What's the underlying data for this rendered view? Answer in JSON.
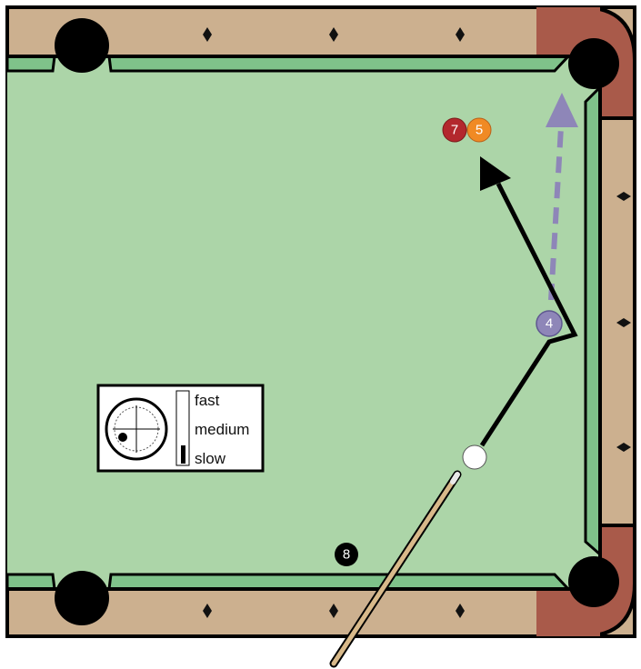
{
  "balls": {
    "ball_7": {
      "label": "7",
      "color": "#b3282d"
    },
    "ball_5": {
      "label": "5",
      "color": "#f08a24"
    },
    "ball_4": {
      "label": "4",
      "color": "#8e86b8"
    },
    "ball_8": {
      "label": "8",
      "color": "#000000"
    },
    "cue_ball": {
      "label": "",
      "color": "#ffffff"
    }
  },
  "legend": {
    "speed_fast": "fast",
    "speed_medium": "medium",
    "speed_slow": "slow",
    "selected_speed": "slow"
  },
  "colors": {
    "cloth": "#acd5a8",
    "cushion": "#7fc28a",
    "rail": "#ccb08f",
    "corner_rail": "#a95a4a",
    "pocket": "#000000",
    "cue_path": "#000000",
    "object_ball_path": "#8e86b8",
    "cue_stick": "#d8b98a"
  }
}
